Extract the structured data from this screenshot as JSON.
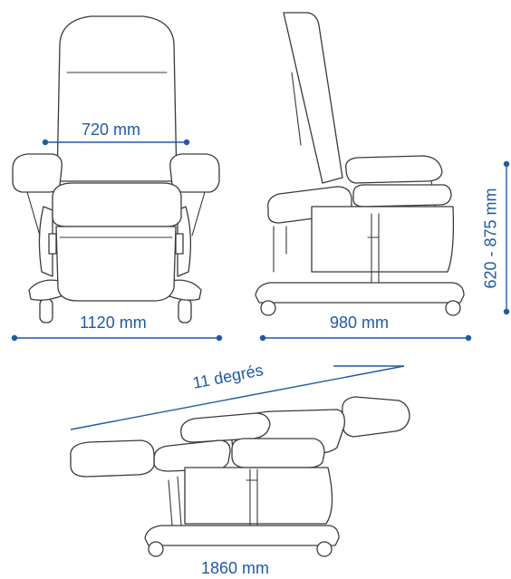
{
  "dimensions": {
    "arm_width": "720 mm",
    "total_width": "1120 mm",
    "depth": "980 mm",
    "seat_height": "620 - 875 mm",
    "recline_angle": "11 degrés",
    "reclined_length": "1860 mm"
  },
  "colors": {
    "dimension": "#1f5aa6",
    "outline": "#3a3a3a"
  }
}
